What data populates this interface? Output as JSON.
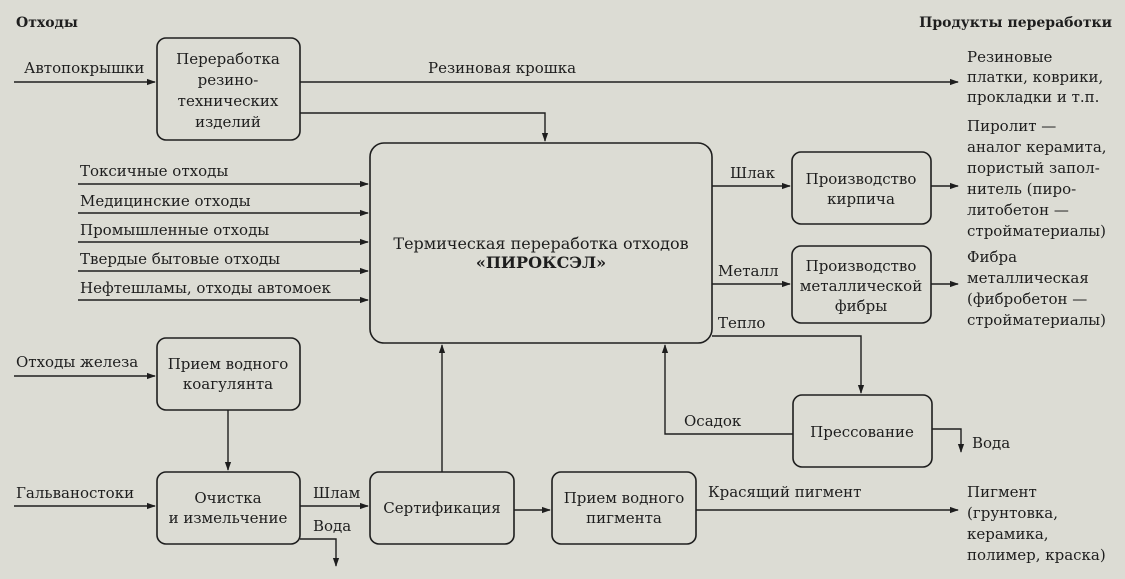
{
  "headers": {
    "left": "Отходы",
    "right": "Продукты переработки"
  },
  "inputs": {
    "tires": "Автопокрышки",
    "toxic": "Токсичные отходы",
    "medical": "Медицинские отходы",
    "industrial": "Промышленные отходы",
    "household": "Твердые бытовые отходы",
    "oil_sludge": "Нефтешламы, отходы автомоек",
    "iron_waste": "Отходы железа",
    "galvanic": "Гальваностоки"
  },
  "boxes": {
    "rubber_processing": [
      "Переработка",
      "резино-",
      "технических",
      "изделий"
    ],
    "main_line1": "Термическая переработка отходов",
    "main_line2": "«ПИРОКСЭЛ»",
    "brick": [
      "Производство",
      "кирпича"
    ],
    "fiber": [
      "Производство",
      "металлической",
      "фибры"
    ],
    "pressing": "Прессование",
    "water_coagulant": [
      "Прием водного",
      "коагулянта"
    ],
    "cleaning": [
      "Очистка",
      "и измельчение"
    ],
    "certification": "Сертификация",
    "water_pigment": [
      "Прием водного",
      "пигмента"
    ]
  },
  "flows": {
    "rubber_crumb": "Резиновая крошка",
    "slag": "Шлак",
    "metal": "Металл",
    "heat": "Тепло",
    "sediment": "Осадок",
    "water_press": "Вода",
    "sludge": "Шлам",
    "water_clean": "Вода",
    "dye_pigment": "Красящий пигмент"
  },
  "outputs": {
    "rubber_products": [
      "Резиновые",
      "платки, коврики,",
      "прокладки и т.п."
    ],
    "pyrolite": [
      "Пиролит —",
      "аналог керамита,",
      "пористый запол-",
      "нитель (пиро-",
      "литобетон —",
      "стройматериалы)"
    ],
    "fiber_product": [
      "Фибра",
      "металлическая",
      "(фибробетон —",
      "стройматериалы)"
    ],
    "pigment": [
      "Пигмент",
      "(грунтовка,",
      "керамика,",
      "полимер, краска)"
    ]
  }
}
